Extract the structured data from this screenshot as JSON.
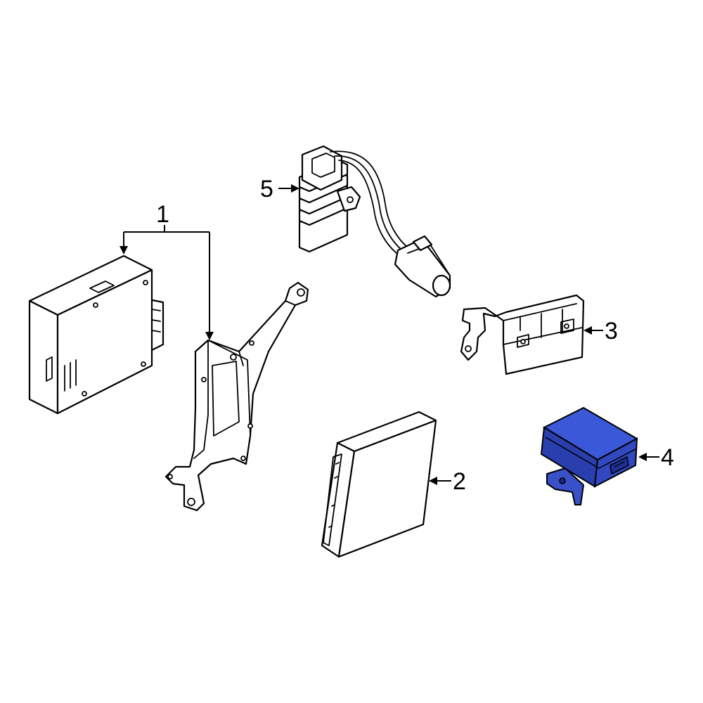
{
  "diagram": {
    "highlight_color": "#3850c8",
    "outline_color": "#000000",
    "background_color": "#ffffff",
    "callouts": [
      {
        "id": "1",
        "label": "1"
      },
      {
        "id": "2",
        "label": "2"
      },
      {
        "id": "3",
        "label": "3"
      },
      {
        "id": "4",
        "label": "4"
      },
      {
        "id": "5",
        "label": "5"
      }
    ],
    "highlighted_part": "4"
  }
}
